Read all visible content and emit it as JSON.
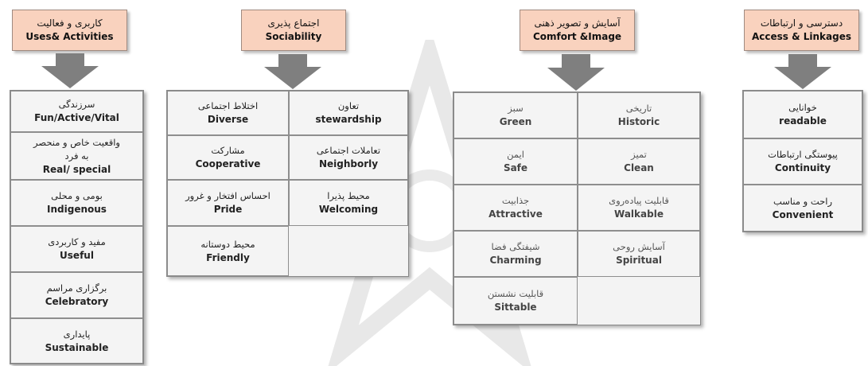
{
  "categories": [
    {
      "header": {
        "fa": "کاربری و فعالیت",
        "en": "Uses& Activities"
      },
      "items": [
        {
          "fa": "سرزندگی",
          "en": "Fun/Active/Vital"
        },
        {
          "fa": "واقعیت خاص و منحصر به فرد",
          "en": "Real/ special"
        },
        {
          "fa": "بومی و محلی",
          "en": "Indigenous"
        },
        {
          "fa": "مفید و کاربردی",
          "en": "Useful"
        },
        {
          "fa": "برگزاری مراسم",
          "en": "Celebratory"
        },
        {
          "fa": "پایداری",
          "en": "Sustainable"
        }
      ]
    },
    {
      "header": {
        "fa": "اجتماع پذیری",
        "en": "Sociability"
      },
      "items": [
        {
          "fa": "اختلاط اجتماعی",
          "en": "Diverse"
        },
        {
          "fa": "تعاون",
          "en": "stewardship"
        },
        {
          "fa": "مشارکت",
          "en": "Cooperative"
        },
        {
          "fa": "تعاملات اجتماعی",
          "en": "Neighborly"
        },
        {
          "fa": "احساس افتخار و غرور",
          "en": "Pride"
        },
        {
          "fa": "محیط پذیرا",
          "en": "Welcoming"
        },
        {
          "fa": "محیط دوستانه",
          "en": "Friendly"
        }
      ]
    },
    {
      "header": {
        "fa": "آسایش و تصویر ذهنی",
        "en": "Comfort &Image"
      },
      "items": [
        {
          "fa": "سبز",
          "en": "Green"
        },
        {
          "fa": "تاریخی",
          "en": "Historic"
        },
        {
          "fa": "ایمن",
          "en": "Safe"
        },
        {
          "fa": "تمیز",
          "en": "Clean"
        },
        {
          "fa": "جذابیت",
          "en": "Attractive"
        },
        {
          "fa": "قابلیت پیاده‌روی",
          "en": "Walkable"
        },
        {
          "fa": "شیفتگی فضا",
          "en": "Charming"
        },
        {
          "fa": "آسایش روحی",
          "en": "Spiritual"
        },
        {
          "fa": "قابلیت نشستن",
          "en": "Sittable"
        }
      ]
    },
    {
      "header": {
        "fa": "دسترسی و ارتباطات",
        "en": "Access & Linkages"
      },
      "items": [
        {
          "fa": "خوانایی",
          "en": "readable"
        },
        {
          "fa": "پیوستگی ارتباطات",
          "en": "Continuity"
        },
        {
          "fa": "راحت و مناسب",
          "en": "Convenient"
        }
      ]
    }
  ],
  "colors": {
    "header_fill": "#f9d2be",
    "arrow_fill": "#7f7f7f",
    "cell_fill": "#f4f4f4"
  }
}
